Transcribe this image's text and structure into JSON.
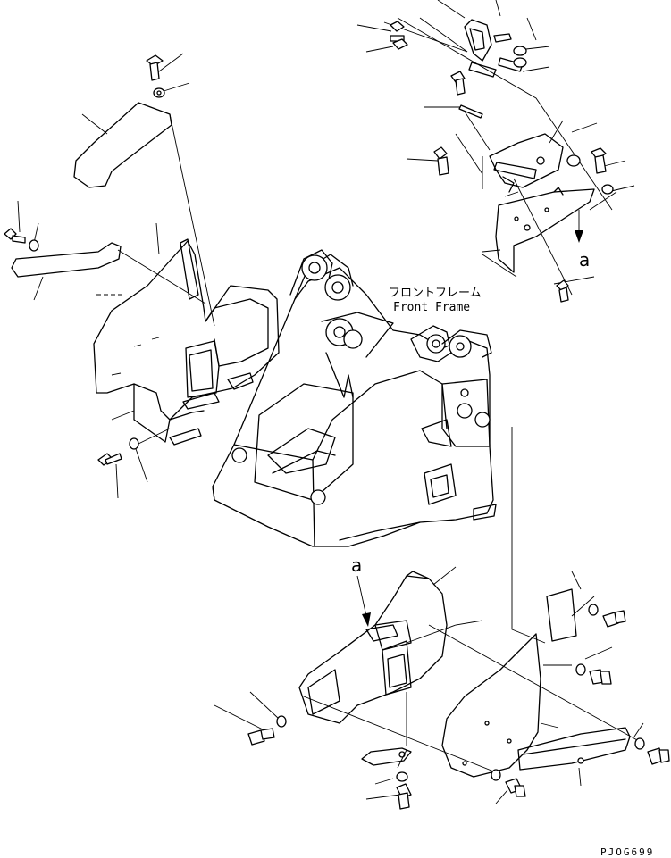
{
  "labels": {
    "frame_jp": "フロントフレーム",
    "frame_en": "Front Frame",
    "ref_a_top": "a",
    "ref_a_bottom": "a",
    "drawing_code": "PJOG699"
  }
}
